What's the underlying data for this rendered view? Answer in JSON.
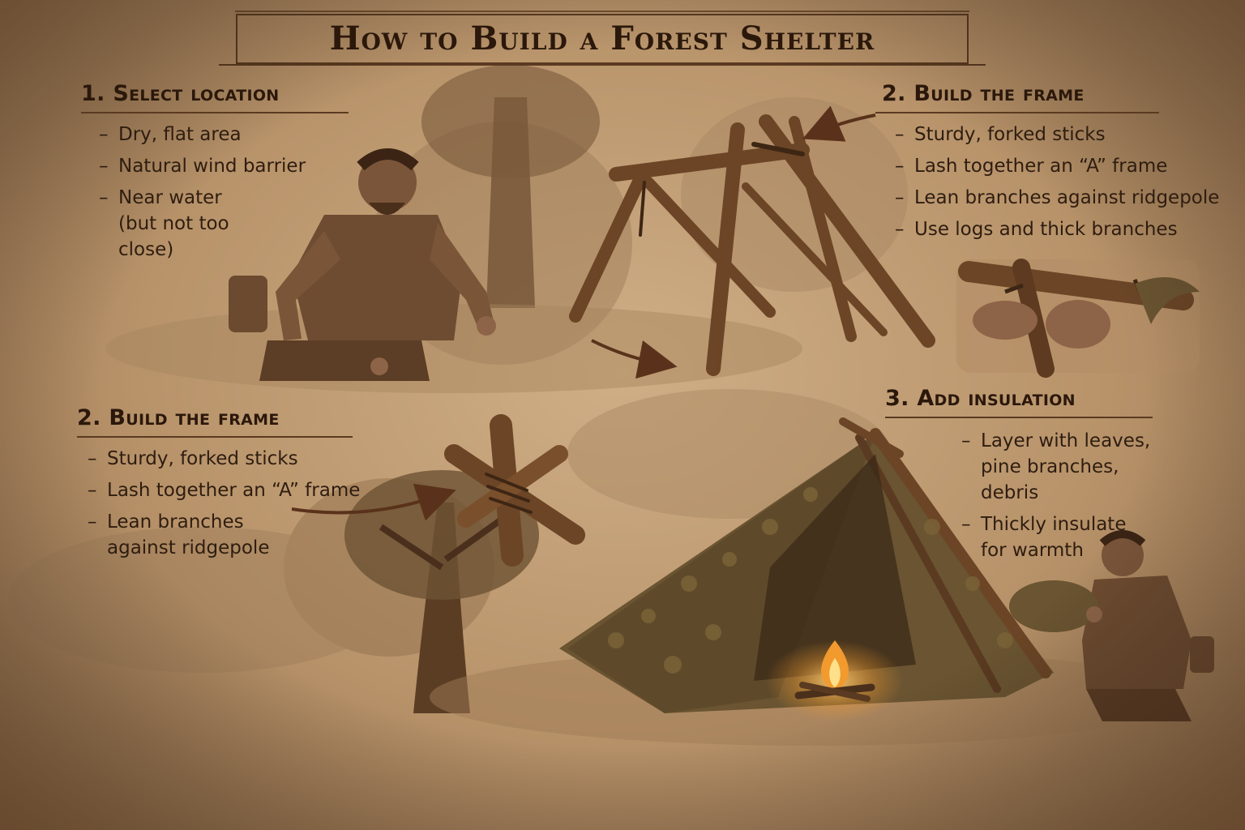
{
  "title": "How to Build a Forest Shelter",
  "sections": [
    {
      "heading": "1. Select location",
      "items": [
        "Dry, flat area",
        "Natural wind barrier",
        "Near water (but not too close)"
      ]
    },
    {
      "heading": "2. Build the frame",
      "items": [
        "Sturdy, forked sticks",
        "Lash together an “A” frame",
        "Lean branches against ridgepole",
        "Use logs and thick branches"
      ]
    },
    {
      "heading": "2. Build the frame",
      "items": [
        "Sturdy, forked sticks",
        "Lash together an “A” frame",
        "Lean branches against ridgepole"
      ]
    },
    {
      "heading": "3. Add insulation",
      "items": [
        "Layer with leaves, pine branches, debris",
        "Thickly insulate for warmth"
      ]
    }
  ],
  "illustrations": [
    "man-kneeling-icon",
    "a-frame-icon",
    "lashing-hands-icon",
    "lashed-joint-icon",
    "lean-to-shelter-icon",
    "campfire-icon",
    "man-with-leaves-icon",
    "tree-icon",
    "arrow-icon"
  ],
  "colors": {
    "paper": "#c9a67c",
    "ink": "#2e1d10",
    "wood": "#6b4526",
    "leaves": "#5e4a2a",
    "fire": "#f29a2e"
  }
}
